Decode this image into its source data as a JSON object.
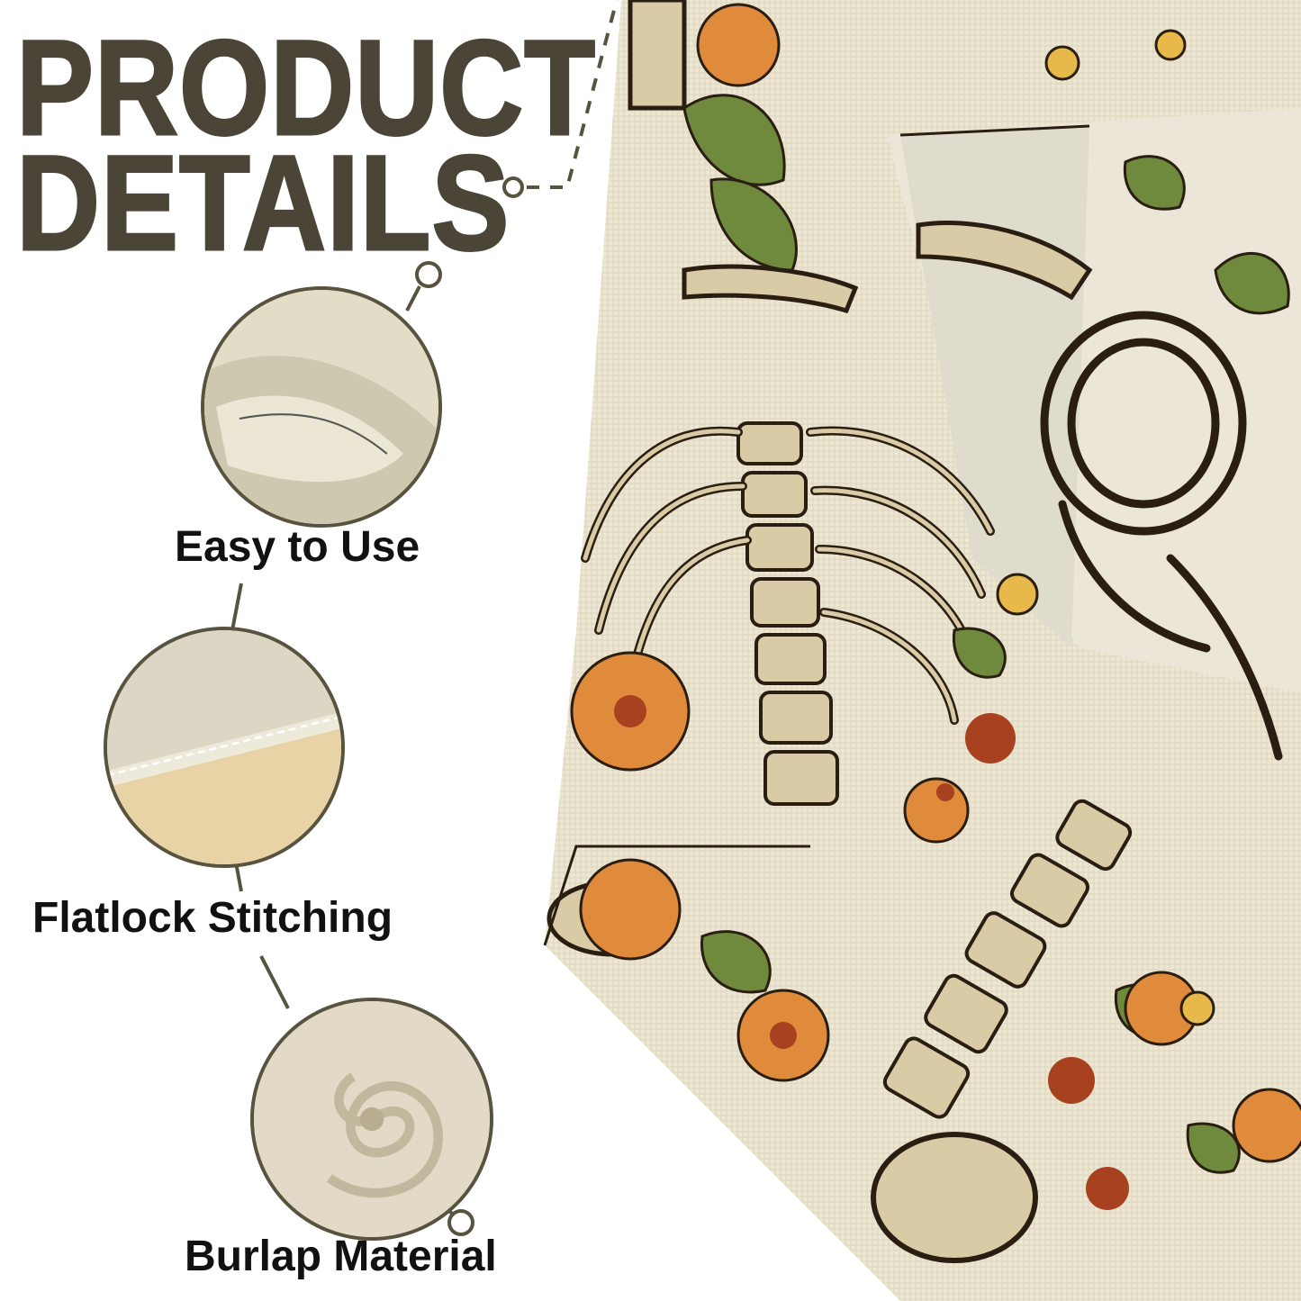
{
  "heading": {
    "line1": "PRODUCT",
    "line2": "DETAILS"
  },
  "features": [
    {
      "label": "Easy to Use",
      "icon": "folded-hem-icon"
    },
    {
      "label": "Flatlock Stitching",
      "icon": "stitched-edge-icon"
    },
    {
      "label": "Burlap Material",
      "icon": "twisted-fabric-icon"
    }
  ],
  "colors": {
    "heading": "#4a4536",
    "connector": "#58533f",
    "fabric": "#e8e1cc",
    "label": "#111111"
  }
}
